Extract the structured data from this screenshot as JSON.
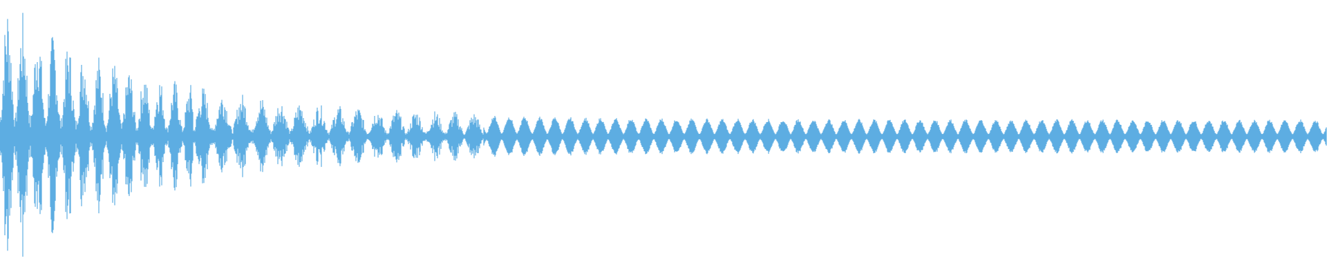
{
  "waveform": {
    "color": "#5dade2",
    "background": "#ffffff",
    "samples": 1920,
    "amplitude_peak": 0.93,
    "amplitude_tail": 0.13,
    "decay": {
      "early_bursts": 14,
      "mid_bursts": 32,
      "late_bursts": 48
    }
  }
}
